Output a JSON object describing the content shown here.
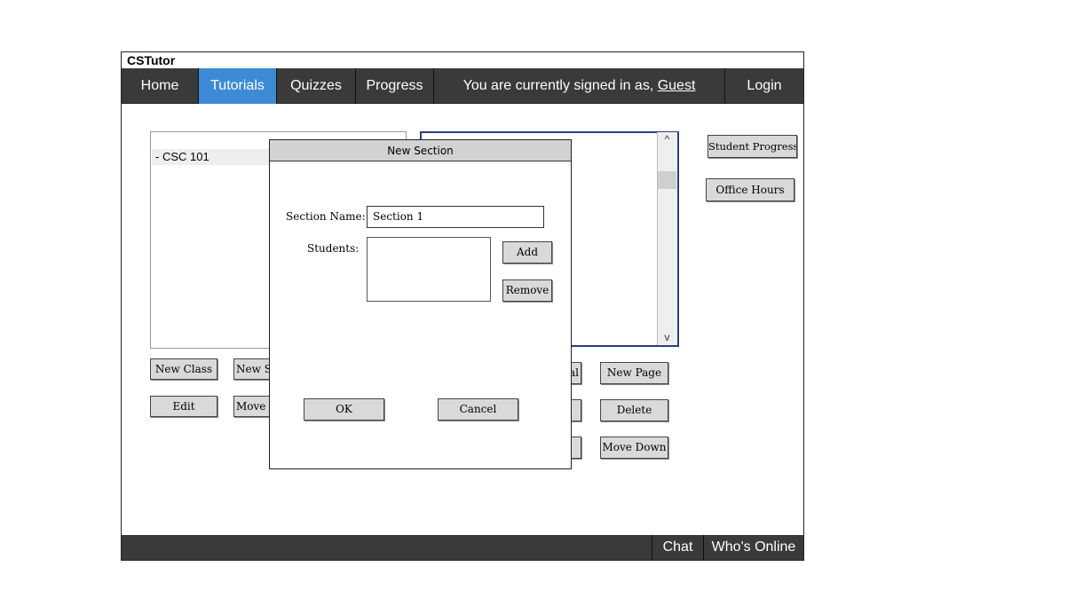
{
  "app": {
    "title": "CSTutor"
  },
  "nav": {
    "items": [
      {
        "label": "Home"
      },
      {
        "label": "Tutorials",
        "active": true
      },
      {
        "label": "Quizzes"
      },
      {
        "label": "Progress"
      }
    ],
    "signin_prefix": "You are currently signed in as, ",
    "signin_user": "Guest",
    "login_label": "Login"
  },
  "tree": {
    "items": [
      "- CSC 101"
    ]
  },
  "left_buttons": {
    "new_class": "New Class",
    "new_section_partial": "New S",
    "edit": "Edit",
    "move_section_partial": "Move S"
  },
  "right_buttons": {
    "new_tutorial_partial": "al",
    "new_page": "New Page",
    "delete": "Delete",
    "move_down": "Move Down"
  },
  "side_buttons": {
    "student_progress": "Student Progress",
    "office_hours": "Office Hours"
  },
  "dialog": {
    "title": "New Section",
    "section_name_label": "Section Name:",
    "section_name_value": "Section 1",
    "students_label": "Students:",
    "add_label": "Add",
    "remove_label": "Remove",
    "ok_label": "OK",
    "cancel_label": "Cancel"
  },
  "footer": {
    "chat_label": "Chat",
    "whos_online_label": "Who's Online"
  },
  "scroll": {
    "up_glyph": "^",
    "down_glyph": "v"
  },
  "colors": {
    "nav_bg": "#3a3a3a",
    "nav_active": "#3d8bd4",
    "panel_border": "#2c3e7a",
    "dialog_title_bg": "#d2d2d2"
  }
}
